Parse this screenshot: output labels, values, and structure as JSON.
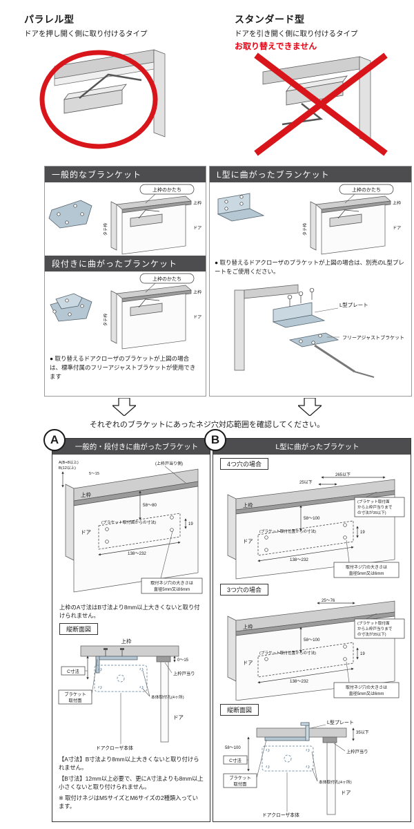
{
  "colors": {
    "accent_red": "#e60012",
    "mark_red": "#d9151c",
    "header_gray": "#4d4d4f",
    "bracket_blue": "#b5c7d2"
  },
  "top": {
    "left": {
      "title": "パラレル型",
      "subtitle": "ドアを押し開く側に取り付けるタイプ"
    },
    "right": {
      "title": "スタンダード型",
      "subtitle": "ドアを引き開く側に取り付けるタイプ",
      "warning": "お取り替えできません"
    }
  },
  "middle": {
    "common": {
      "top_frame_shape": "上枠のかたち",
      "vertical_frame": "タテ枠",
      "top_frame": "上枠",
      "door": "ドア"
    },
    "left": {
      "header_general": "一般的なブランケット",
      "header_stepped": "段付きに曲がったブランケット",
      "note": "● 取り替えるドアクローザのブラケットが上図の場合は、標準付属のフリーアジャストブラケットが使用できます"
    },
    "right": {
      "header_l": "L型に曲がったブランケット",
      "note": "● 取り替えるドアクローザのブラケットが上図の場合は、別売のL型プレートをご使用ください。",
      "l_plate": "L型プレート",
      "free_adjust_bracket": "フリーアジャストブラケット"
    }
  },
  "check_text": "それぞれのブラケットにあったネジ穴対応範囲を確認してください。",
  "section_a": {
    "badge": "A",
    "header": "一般的・段付きに曲がったブラケット",
    "drawing": {
      "dim_a": "A(B+8以上)",
      "dim_b": "B(12以上)",
      "dim_5_15": "5〜15",
      "top_frame": "上枠",
      "side_note": "(上枠戸当り側)",
      "dim_58_80": "58〜80",
      "mount_note": "(ブラケット取付面からの寸法)",
      "dim_19": "19",
      "dim_138_232": "138〜232",
      "door": "ドア",
      "screw_note_1": "取付ネジ穴の大きさは",
      "screw_note_2": "直径5mm又は6mm"
    },
    "drawing_note": "上枠のA寸法はB寸法より8mm以上大きくないと取り付けられません。",
    "cross_label": "縦断面図",
    "cross": {
      "top_frame": "上枠",
      "dim_0_15": "0〜15",
      "dim_c": "C寸法",
      "mount_face_1": "ブラケット",
      "mount_face_2": "取付面",
      "door_stop": "上枠戸当り",
      "body_holes": "本体取付孔(4ヶ所)",
      "door": "ドア",
      "closer_body": "ドアクローザ本体"
    },
    "notes": [
      "【A寸法】B寸法より8mm以上大きくないと取り付けられません。",
      "【B寸法】12mm以上必要で、更にA寸法よりも8mm以上小さくないと取り付けられません。",
      "※ 取付けネジはM5サイズとM6サイズの2種類入っています。"
    ]
  },
  "section_b": {
    "badge": "B",
    "header": "L型に曲がったブラケット",
    "case4_label": "4つ穴の場合",
    "case3_label": "3つ穴の場合",
    "drawing4": {
      "dim_265": "265以下",
      "dim_25": "25以下",
      "top_frame": "上枠",
      "door": "ドア",
      "dim_58_100": "58〜100",
      "mount_note": "(ブラケット取付位置からの寸法)",
      "dim_19": "19",
      "dim_138_232": "138〜232",
      "stop_note_1": "(ブラケット取付面",
      "stop_note_2": "から上枠戸当りまで",
      "stop_note_3": "の寸法が35以下)",
      "screw_note_1": "取付ネジ穴の大きさは",
      "screw_note_2": "直径5mm又は6mm"
    },
    "drawing3": {
      "dim_25_76": "25〜76",
      "top_frame": "上枠",
      "door": "ドア",
      "dim_58_100": "58〜100",
      "mount_note": "(ブラケット取付位置からの寸法)",
      "dim_19": "19",
      "dim_138_232": "138〜232",
      "stop_note_1": "(ブラケット取付面",
      "stop_note_2": "から上枠戸当りまで",
      "stop_note_3": "の寸法が35以下)",
      "screw_note_1": "取付ネジ穴の大きさは",
      "screw_note_2": "直径5mm又は6mm"
    },
    "cross_label": "縦断面図",
    "cross": {
      "l_plate": "L型プレート",
      "dim_35": "35以下",
      "dim_58_100": "58〜100",
      "dim_c": "C寸法",
      "mount_face_1": "ブラケット",
      "mount_face_2": "取付面",
      "door_stop": "上枠戸当り",
      "body_holes": "本体取付孔(4ヶ所)",
      "door": "ドア",
      "closer_body": "ドアクローザ本体"
    }
  }
}
